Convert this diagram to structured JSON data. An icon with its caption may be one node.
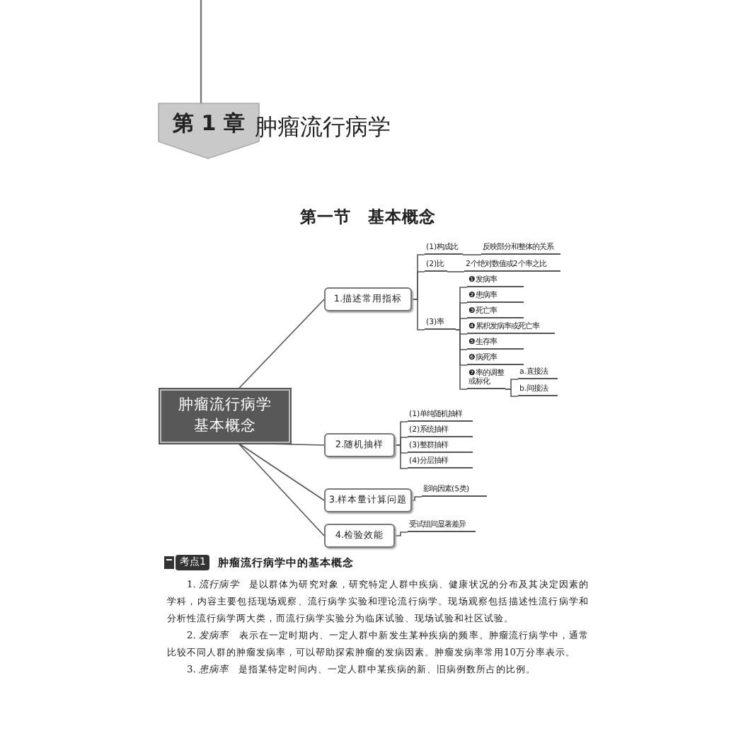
{
  "diagram": {
    "title": "第一节　基本概念",
    "nodes": [
      {
        "text": [
          "肿瘤流行病学基本概念"
        ]
      },
      {
        "text": [
          "1.描述常用指标"
        ]
      },
      {
        "text": [
          "(1)构成比"
        ]
      },
      {
        "text": [
          "反映部分和整体的关系"
        ]
      },
      {
        "text": [
          "(2)比"
        ]
      },
      {
        "text": [
          "2个绝对数值或2个率之比"
        ]
      },
      {
        "text": [
          "(3)率"
        ]
      },
      {
        "text": [
          "❶发病率"
        ]
      },
      {
        "text": [
          "❷患病率"
        ]
      },
      {
        "text": [
          "❸死亡率"
        ]
      },
      {
        "text": [
          "❹累积发病率或死亡率"
        ]
      },
      {
        "text": [
          "❺生存率"
        ]
      },
      {
        "text": [
          "❻病死率"
        ]
      },
      {
        "text": [
          "❼率的调整或标化"
        ]
      },
      {
        "text": [
          "a.直接法"
        ]
      },
      {
        "text": [
          "b.间接法"
        ]
      },
      {
        "text": [
          "2.随机抽样"
        ]
      },
      {
        "text": [
          "(1)单纯随机抽样"
        ]
      },
      {
        "text": [
          "(2)系统抽样"
        ]
      },
      {
        "text": [
          "(3)整群抽样"
        ]
      },
      {
        "text": [
          "(4)分层抽样"
        ]
      },
      {
        "text": [
          "3.样本量计算问题"
        ]
      },
      {
        "text": [
          "影响因素(5类)"
        ]
      },
      {
        "text": [
          "4.检验效能"
        ]
      },
      {
        "text": [
          "受试组间显著差异"
        ]
      }
    ],
    "edges": [
      {
        "from": 0,
        "to": 1,
        "arrow": "none"
      },
      {
        "from": 0,
        "to": 16,
        "arrow": "none"
      },
      {
        "from": 0,
        "to": 21,
        "arrow": "none"
      },
      {
        "from": 0,
        "to": 23,
        "arrow": "none"
      },
      {
        "from": 1,
        "to": 2,
        "arrow": "none"
      },
      {
        "from": 1,
        "to": 4,
        "arrow": "none"
      },
      {
        "from": 1,
        "to": 6,
        "arrow": "none"
      },
      {
        "from": 2,
        "to": 3,
        "arrow": "none"
      },
      {
        "from": 4,
        "to": 5,
        "arrow": "none"
      },
      {
        "from": 6,
        "to": 7,
        "arrow": "none"
      },
      {
        "from": 6,
        "to": 8,
        "arrow": "none"
      },
      {
        "from": 6,
        "to": 9,
        "arrow": "none"
      },
      {
        "from": 6,
        "to": 10,
        "arrow": "none"
      },
      {
        "from": 6,
        "to": 11,
        "arrow": "none"
      },
      {
        "from": 6,
        "to": 12,
        "arrow": "none"
      },
      {
        "from": 6,
        "to": 13,
        "arrow": "none"
      },
      {
        "from": 13,
        "to": 14,
        "arrow": "none"
      },
      {
        "from": 13,
        "to": 15,
        "arrow": "none"
      },
      {
        "from": 16,
        "to": 17,
        "arrow": "none"
      },
      {
        "from": 16,
        "to": 18,
        "arrow": "none"
      },
      {
        "from": 16,
        "to": 19,
        "arrow": "none"
      },
      {
        "from": 16,
        "to": 20,
        "arrow": "none"
      },
      {
        "from": 21,
        "to": 22,
        "arrow": "none"
      },
      {
        "from": 23,
        "to": 24,
        "arrow": "none"
      }
    ],
    "labels": [
      "第 1 章",
      "肿瘤流行病学",
      "考点1",
      "肿瘤流行病学中的基本概念",
      "1. *流行病学*　是以群体为研究对象，研究特定人群中疾病、健康状况的分布及其决定因素的学科，内容主要包括现场观察、流行病学实验和理论流行病学。现场观察包括描述性流行病学和分析性流行病学两大类，而流行病学实验分为临床试验、现场试验和社区试验。",
      "2. *发病率*　表示在一定时期内、一定人群中新发生某种疾病的频率。肿瘤流行病学中，通常比较不同人群的肿瘤发病率，可以帮助探索肿瘤的发病因素。肿瘤发病率常用10万分率表示。",
      "3. *患病率*　是指某特定时间内、一定人群中某疾病的新、旧病例数所占的比例。"
    ]
  }
}
